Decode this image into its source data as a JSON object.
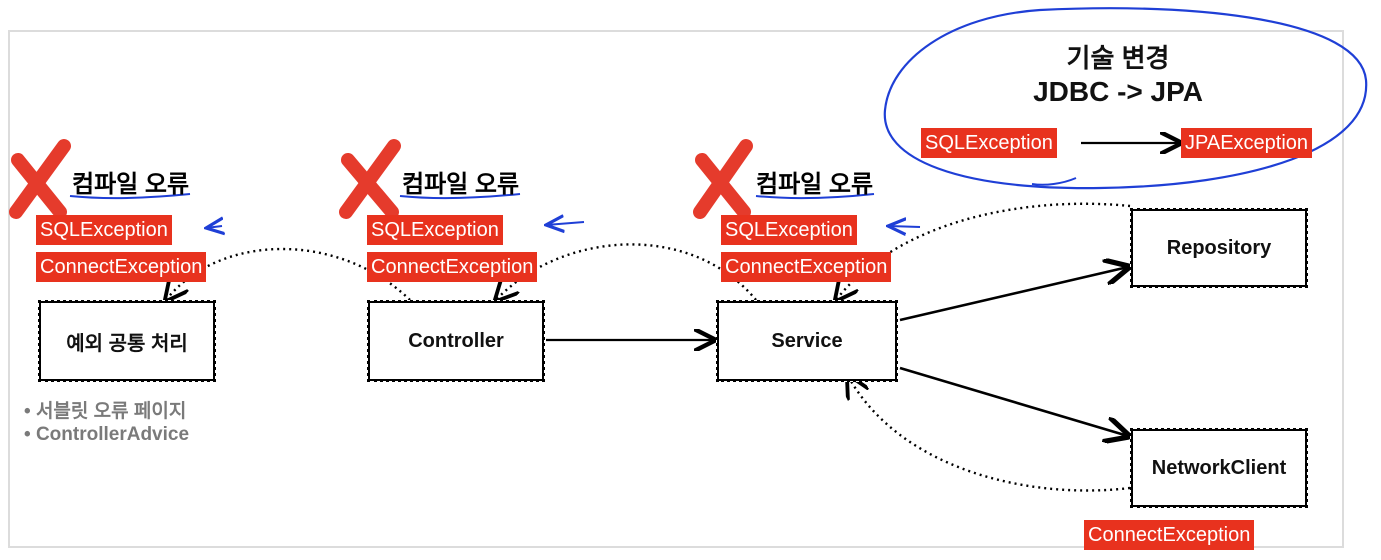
{
  "tech_change": {
    "title": "기술 변경",
    "subtitle": "JDBC -> JPA",
    "from_exception": "SQLException",
    "to_exception": "JPAException"
  },
  "columns": [
    {
      "error": "컴파일 오류",
      "exceptions": [
        "SQLException",
        "ConnectException"
      ],
      "box": "예외 공통 처리"
    },
    {
      "error": "컴파일 오류",
      "exceptions": [
        "SQLException",
        "ConnectException"
      ],
      "box": "Controller"
    },
    {
      "error": "컴파일 오류",
      "exceptions": [
        "SQLException",
        "ConnectException"
      ],
      "box": "Service"
    }
  ],
  "repository": "Repository",
  "network_client": "NetworkClient",
  "network_exception": "ConnectException",
  "notes": [
    "서블릿 오류 페이지",
    "ControllerAdvice"
  ],
  "colors": {
    "exception_bg": "#e8321e",
    "annotation_ink": "#1f3fd6",
    "cross": "#e53b2c"
  }
}
